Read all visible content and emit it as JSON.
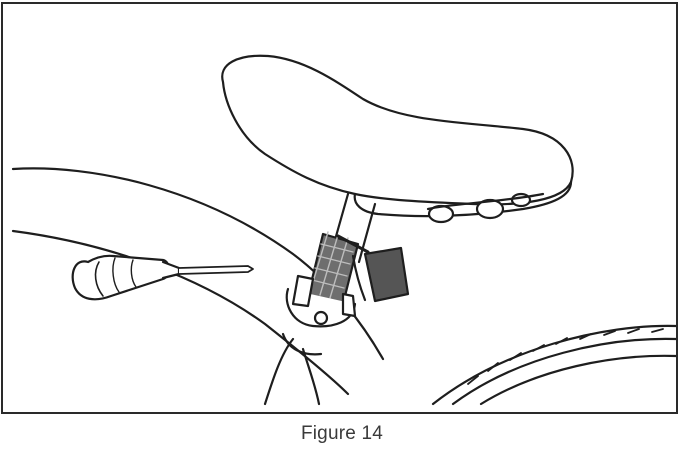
{
  "figure": {
    "caption": "Figure 14"
  },
  "illustration": {
    "subjects": [
      "bicycle-saddle",
      "seat-post",
      "rear-light",
      "screwdriver",
      "bicycle-frame",
      "rear-wheel"
    ],
    "line_color": "#1e1e1e",
    "fill_color": "#ffffff",
    "light_color": "#555555",
    "post_color": "#6e6e6e"
  }
}
